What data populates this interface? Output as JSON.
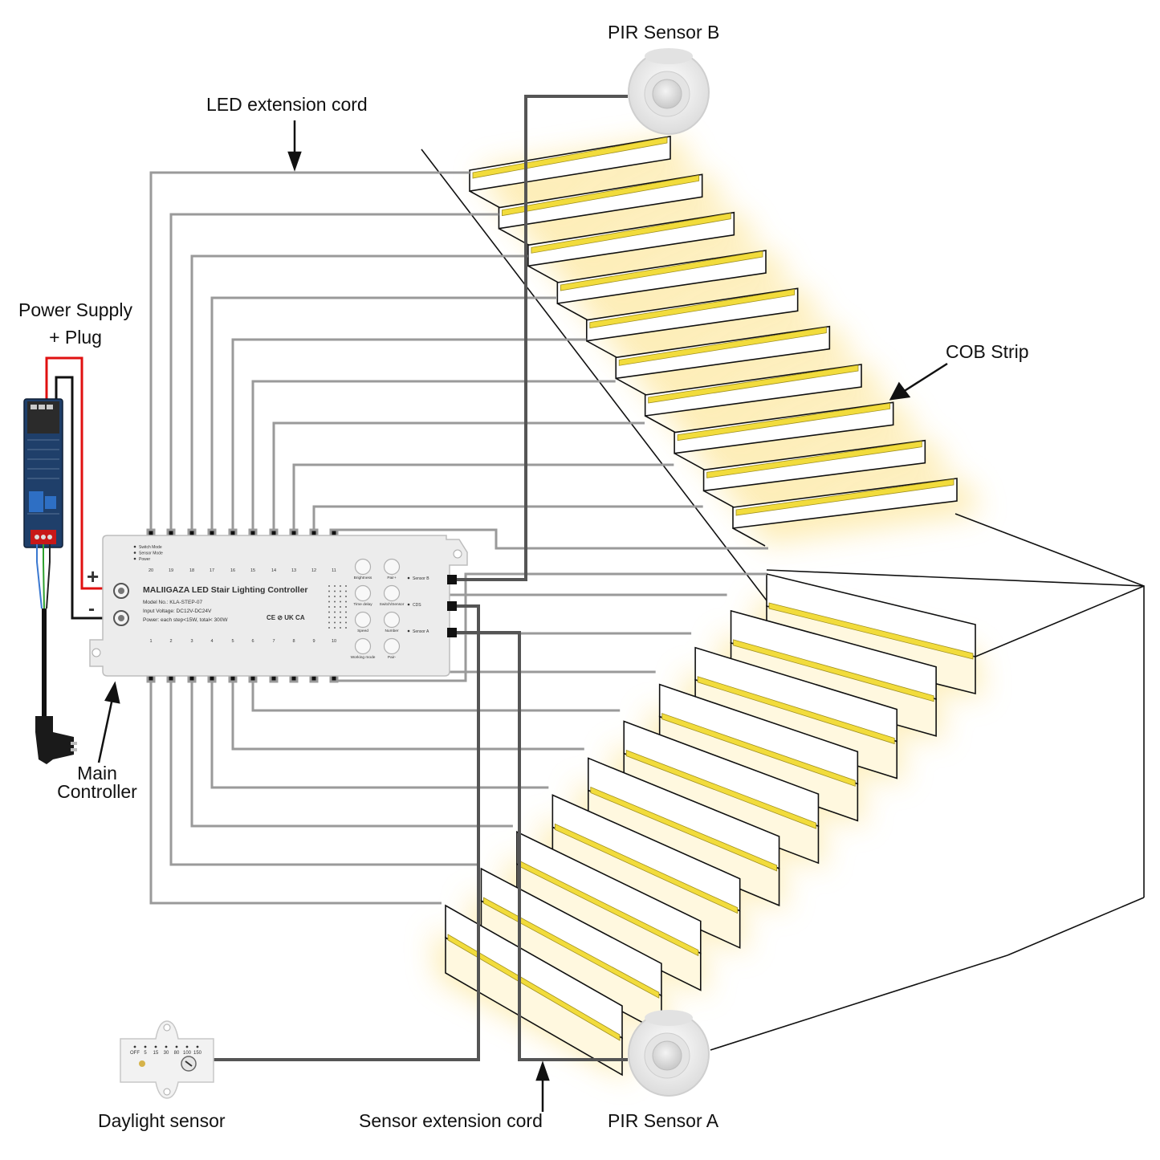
{
  "labels": {
    "pir_sensor_b": "PIR Sensor B",
    "pir_sensor_a": "PIR Sensor A",
    "led_extension_cord": "LED extension cord",
    "power_supply_line1": "Power Supply",
    "power_supply_line2": "+ Plug",
    "cob_strip": "COB Strip",
    "main_controller_line1": "Main",
    "main_controller_line2": "Controller",
    "daylight_sensor": "Daylight sensor",
    "sensor_extension_cord": "Sensor extension cord"
  },
  "controller": {
    "title": "MALIIGAZA LED Stair Lighting Controller",
    "model": "Model No.: KLA-STEP-07",
    "input_voltage": "Input Voltage: DC12V-DC24V",
    "power": "Power: each step<15W, total< 300W",
    "indicators": [
      "Switch Mode",
      "Sensor Mode",
      "Power"
    ],
    "top_ports": [
      "20",
      "19",
      "18",
      "17",
      "16",
      "15",
      "14",
      "13",
      "12",
      "11"
    ],
    "bottom_ports": [
      "1",
      "2",
      "3",
      "4",
      "5",
      "6",
      "7",
      "8",
      "9",
      "10"
    ],
    "buttons": [
      "Brightness",
      "Pair+",
      "Time delay",
      "Switch/Sensor",
      "Speed",
      "Number",
      "Working mode",
      "Pair-"
    ],
    "sensor_ports": [
      "Sensor B",
      "CDS",
      "Sensor A"
    ],
    "plus_sign": "+",
    "minus_sign": "-",
    "cert_marks": "CE  ⊘  UK CA"
  },
  "daylight_sensor_scale": [
    "OFF",
    "5",
    "15",
    "30",
    "80",
    "100",
    "150"
  ],
  "colors": {
    "wire_gray": "#9a9a9a",
    "sensor_wire": "#555555",
    "red_wire": "#e01010",
    "black_wire": "#111111",
    "cob_yellow": "#f2dc3c",
    "glow": "#fde9a6"
  }
}
